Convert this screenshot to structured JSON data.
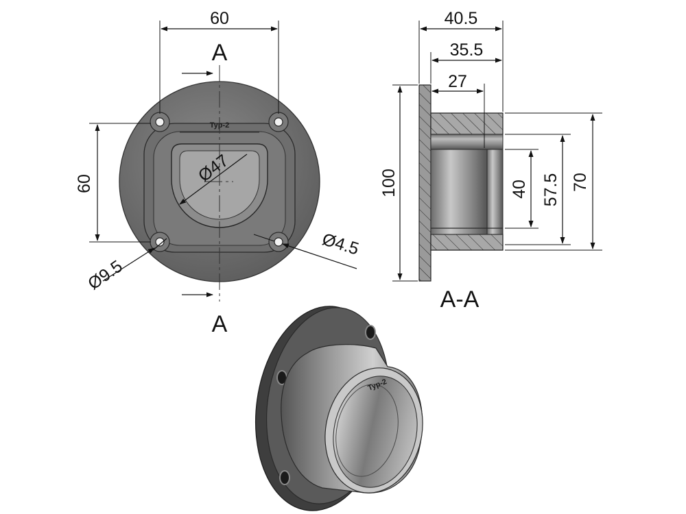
{
  "front_view": {
    "dim_width": "60",
    "dim_height": "60",
    "dim_inner_dia": "Ø47",
    "dim_counterbore": "Ø9.5",
    "dim_hole": "Ø4.5",
    "section_top": "A",
    "section_bottom": "A",
    "emboss": "Typ-2"
  },
  "section_view": {
    "dim_total_depth": "40.5",
    "dim_tube_depth": "35.5",
    "dim_inner_depth": "27",
    "dim_flange": "100",
    "dim_inner_bore": "40",
    "dim_mid_bore": "57.5",
    "dim_outer_tube": "70",
    "title": "A-A"
  },
  "iso_view": {
    "emboss": "Typ-2"
  },
  "colors": {
    "metal_dark": "#4a4a4a",
    "metal_mid": "#7d7d7d",
    "metal_light": "#c4c4c4",
    "line": "#111111"
  }
}
